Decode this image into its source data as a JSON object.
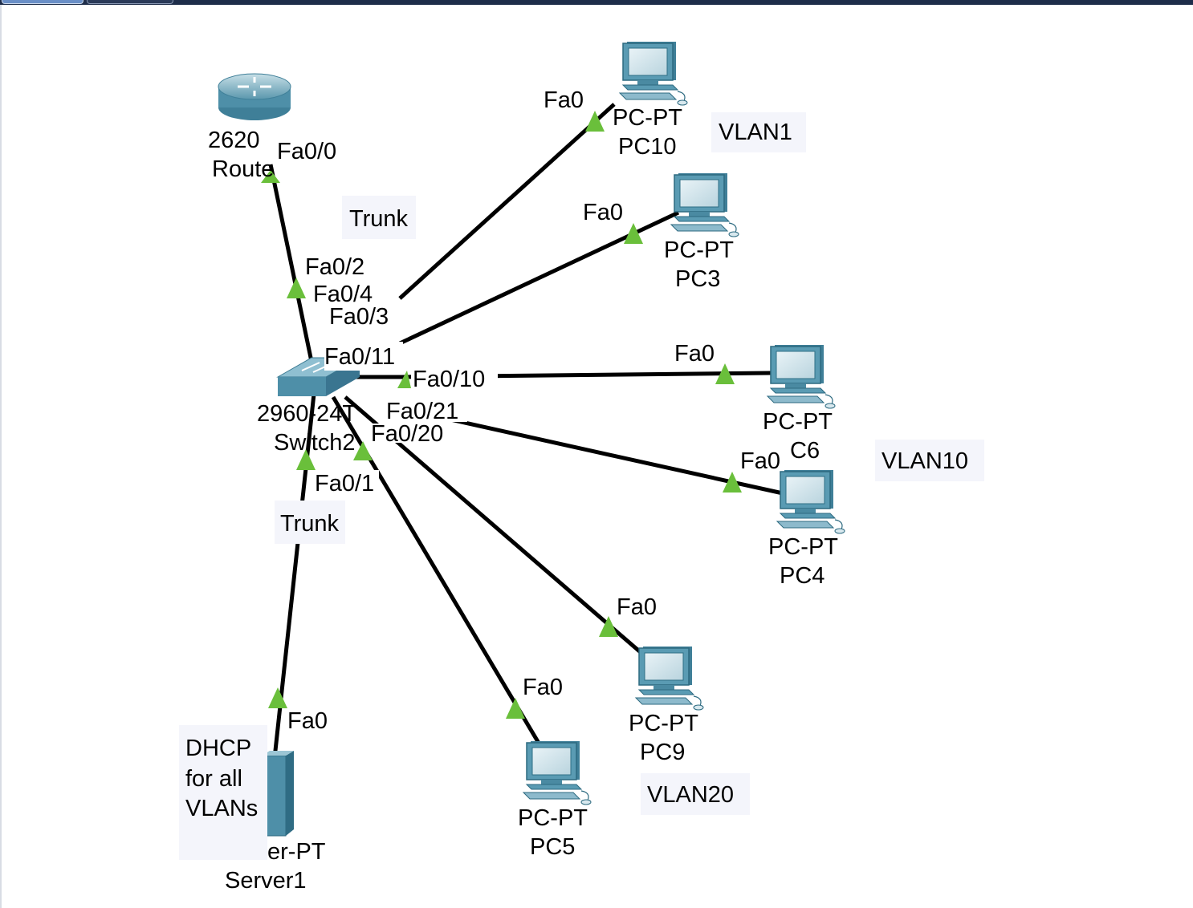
{
  "devices": {
    "router": {
      "model": "2620",
      "name": "Route",
      "port": "Fa0/0"
    },
    "switch": {
      "model": "2960-24T",
      "name": "Switch2"
    },
    "server": {
      "model": "er-PT",
      "name": "Server1",
      "port": "Fa0"
    },
    "pc10": {
      "model": "PC-PT",
      "name": "PC10",
      "port": "Fa0"
    },
    "pc3": {
      "model": "PC-PT",
      "name": "PC3",
      "port": "Fa0"
    },
    "pc6": {
      "model": "PC-PT",
      "name": "C6",
      "port": "Fa0"
    },
    "pc4": {
      "model": "PC-PT",
      "name": "PC4",
      "port": "Fa0"
    },
    "pc9": {
      "model": "PC-PT",
      "name": "PC9",
      "port": "Fa0"
    },
    "pc5": {
      "model": "PC-PT",
      "name": "PC5",
      "port": "Fa0"
    }
  },
  "switch_ports": {
    "p2": "Fa0/2",
    "p4": "Fa0/4",
    "p3": "Fa0/3",
    "p11": "Fa0/11",
    "p10": "Fa0/10",
    "p21": "Fa0/21",
    "p20": "Fa0/20",
    "p1": "Fa0/1"
  },
  "notes": {
    "trunk_top": "Trunk",
    "trunk_bottom": "Trunk",
    "vlan1": "VLAN1",
    "vlan10": "VLAN10",
    "vlan20": "VLAN20",
    "dhcp_line1": "DHCP",
    "dhcp_line2": "for all",
    "dhcp_line3": "VLANs"
  },
  "colors": {
    "link": "#000000",
    "link_up": "#6abf3b",
    "note_bg": "#f4f5fb",
    "device": "#4e8fa8",
    "header": "#1e2d4a"
  }
}
